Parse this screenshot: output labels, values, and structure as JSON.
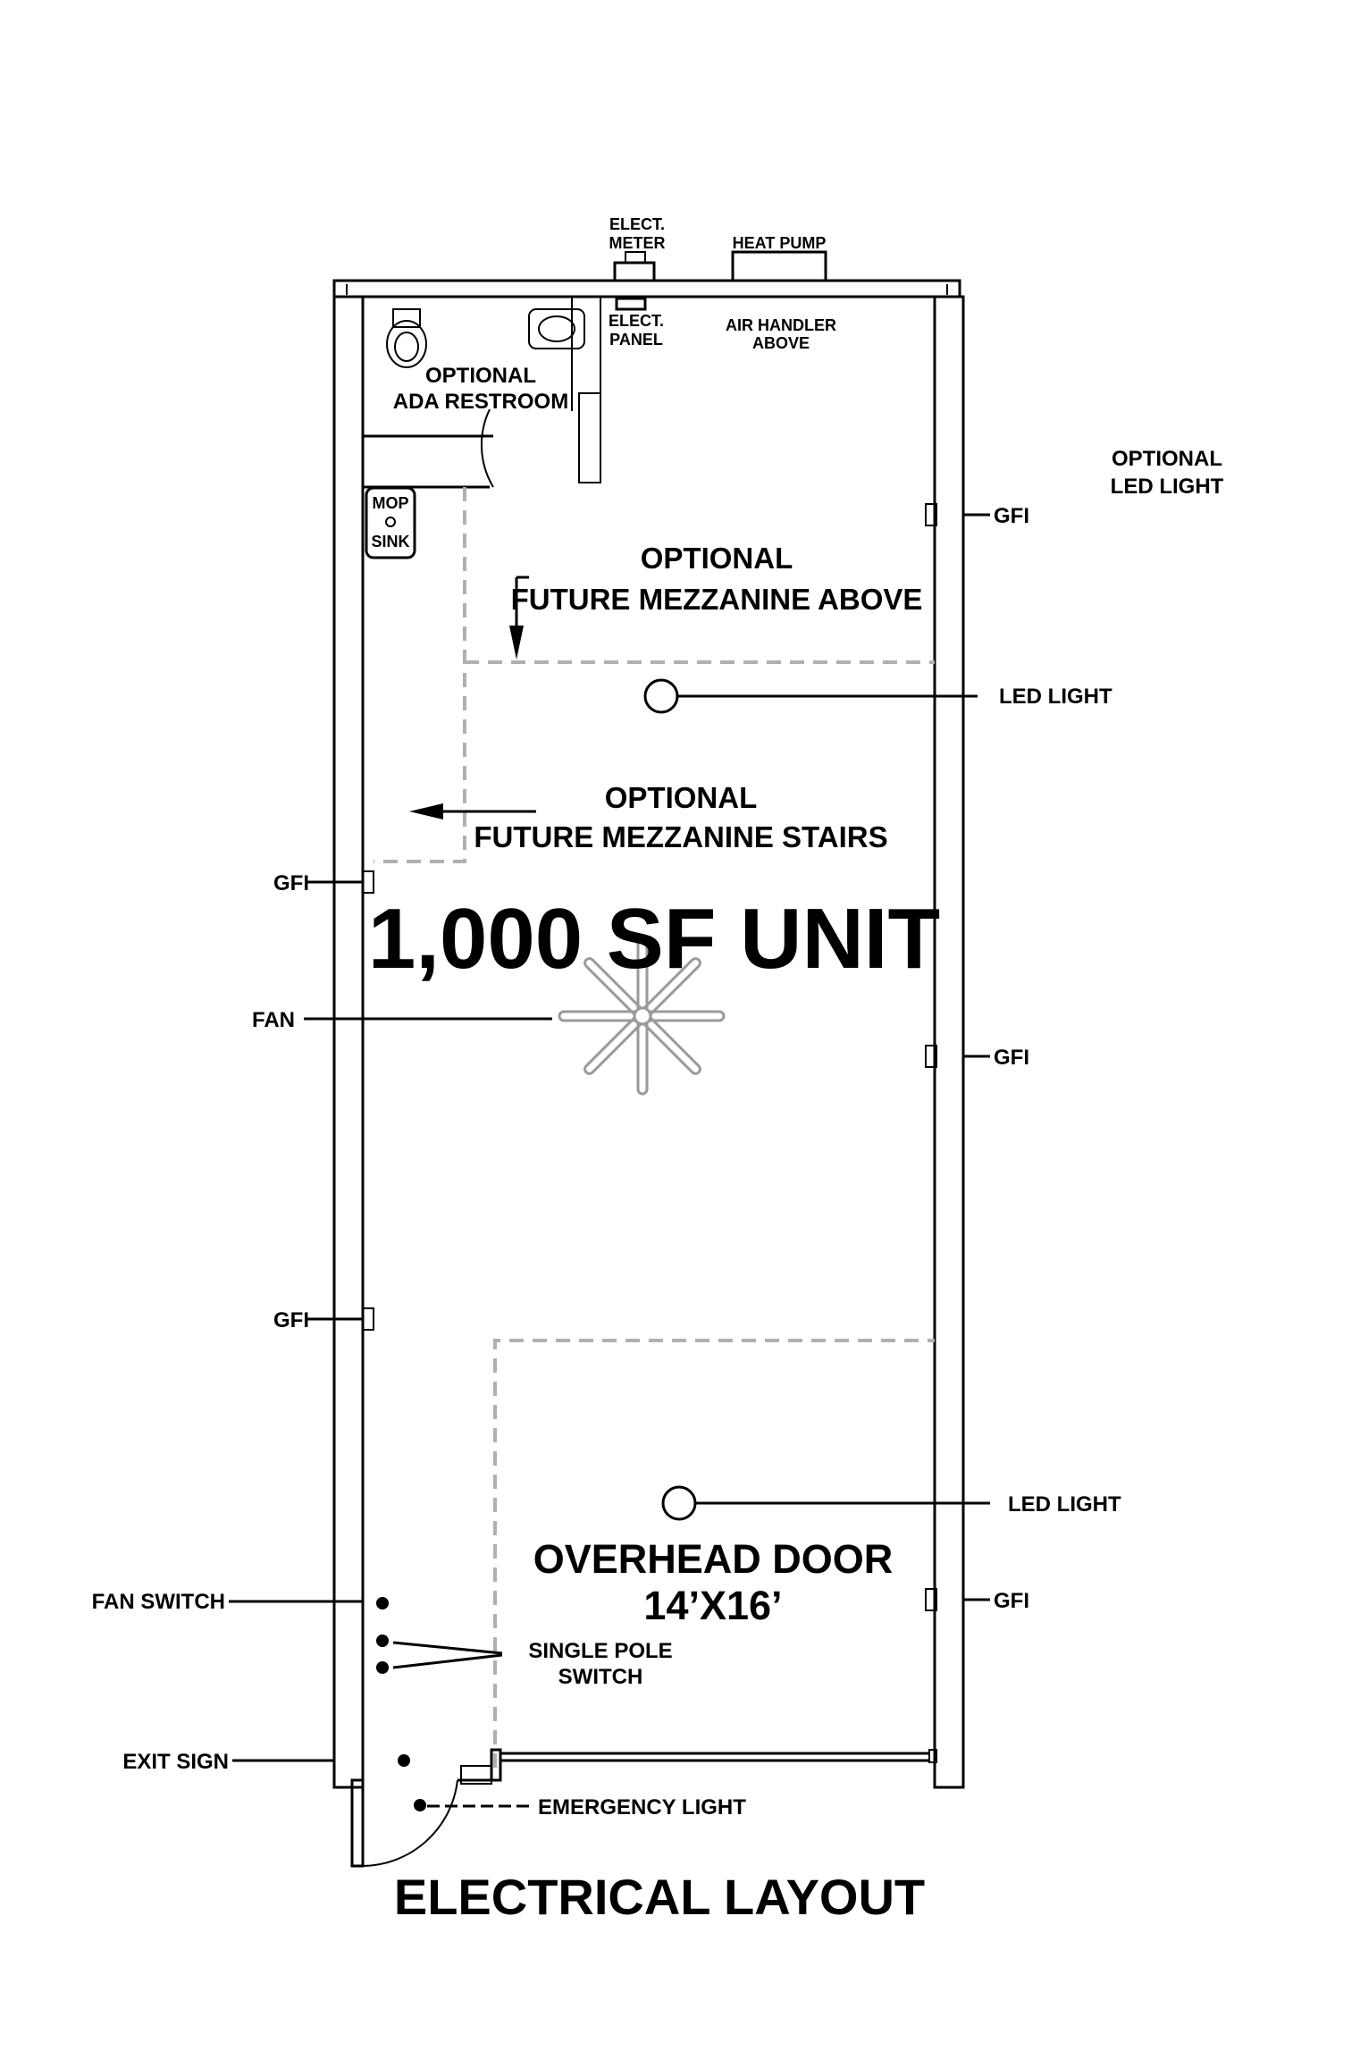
{
  "title": "ELECTRICAL LAYOUT",
  "unit_label": "1,000 SF UNIT",
  "top_equipment": {
    "meter_line1": "ELECT.",
    "meter_line2": "METER",
    "heat_pump": "HEAT PUMP",
    "panel_line1": "ELECT.",
    "panel_line2": "PANEL",
    "air_handler_line1": "AIR HANDLER",
    "air_handler_line2": "ABOVE"
  },
  "restroom": {
    "line1": "OPTIONAL",
    "line2": "ADA RESTROOM"
  },
  "mop_sink": {
    "line1": "MOP",
    "line2": "SINK"
  },
  "mezzanine_above": {
    "line1": "OPTIONAL",
    "line2": "FUTURE MEZZANINE ABOVE"
  },
  "mezzanine_stairs": {
    "line1": "OPTIONAL",
    "line2": "FUTURE MEZZANINE STAIRS"
  },
  "overhead_door": {
    "line1": "OVERHEAD DOOR",
    "line2": "14’X16’"
  },
  "callouts": {
    "optional_led_line1": "OPTIONAL",
    "optional_led_line2": "LED LIGHT",
    "gfi": "GFI",
    "led_light": "LED LIGHT",
    "fan": "FAN",
    "fan_switch": "FAN SWITCH",
    "single_pole_line1": "SINGLE POLE",
    "single_pole_line2": "SWITCH",
    "exit_sign": "EXIT SIGN",
    "emergency_light": "EMERGENCY LIGHT"
  }
}
